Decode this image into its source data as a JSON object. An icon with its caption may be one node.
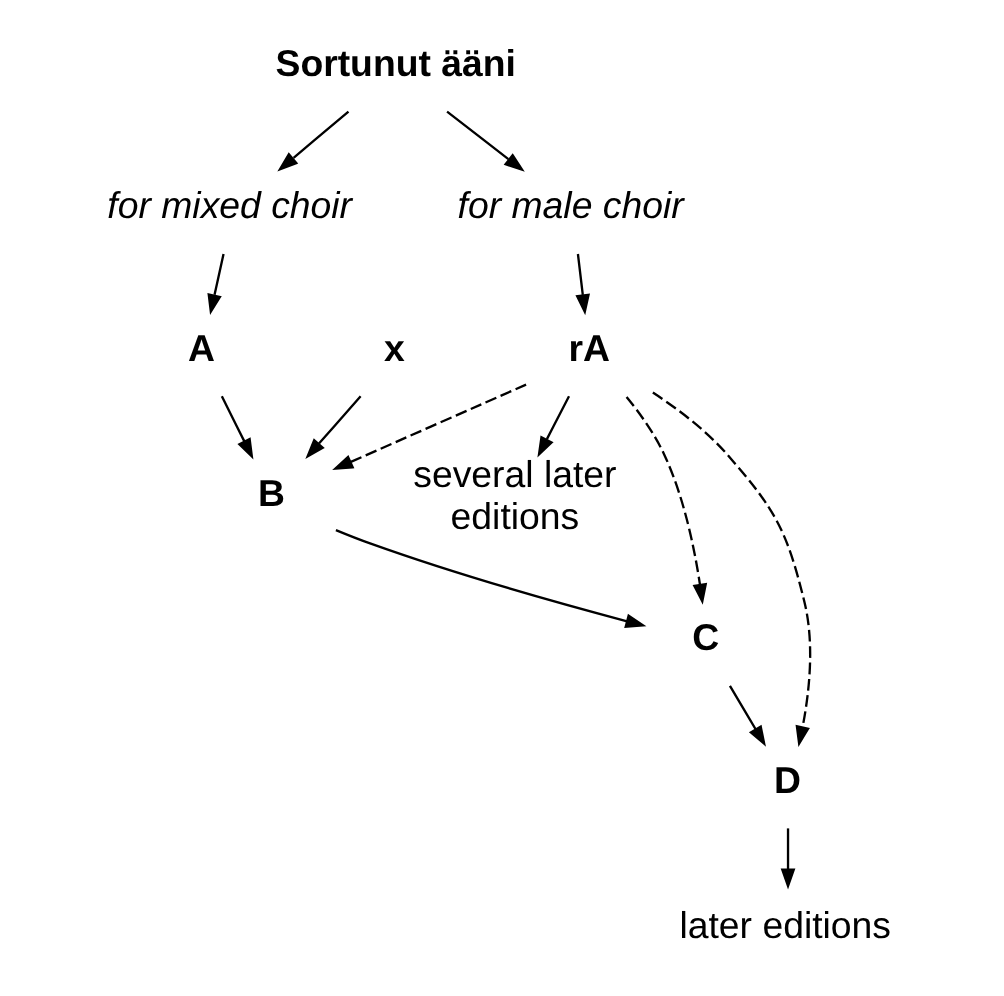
{
  "diagram": {
    "nodes": [
      {
        "text": [
          "Sortunut ääni"
        ]
      },
      {
        "text": [
          "for male choir"
        ]
      },
      {
        "text": [
          "for mixed choir"
        ]
      },
      {
        "text": [
          "rA"
        ]
      },
      {
        "text": [
          "A"
        ]
      },
      {
        "text": [
          "x"
        ]
      },
      {
        "text": [
          "B"
        ]
      },
      {
        "text": [
          "several later editions"
        ]
      },
      {
        "text": [
          "C"
        ]
      },
      {
        "text": [
          "D"
        ]
      },
      {
        "text": [
          "later editions"
        ]
      }
    ],
    "edges": [
      {
        "from": 0,
        "to": 1,
        "arrow": "to"
      },
      {
        "from": 0,
        "to": 2,
        "arrow": "to"
      },
      {
        "from": 1,
        "to": 3,
        "arrow": "to"
      },
      {
        "from": 2,
        "to": 4,
        "arrow": "to"
      },
      {
        "from": 3,
        "to": 7,
        "arrow": "to"
      },
      {
        "from": 4,
        "to": 6,
        "arrow": "to"
      },
      {
        "from": 5,
        "to": 6,
        "arrow": "to"
      },
      {
        "from": 3,
        "to": 6,
        "arrow": "to",
        "style": "dashed"
      },
      {
        "from": 3,
        "to": 8,
        "arrow": "to",
        "style": "dashed"
      },
      {
        "from": 3,
        "to": 9,
        "arrow": "to",
        "style": "dashed"
      },
      {
        "from": 6,
        "to": 8,
        "arrow": "to"
      },
      {
        "from": 8,
        "to": 9,
        "arrow": "to"
      },
      {
        "from": 9,
        "to": 10,
        "arrow": "to"
      }
    ]
  }
}
